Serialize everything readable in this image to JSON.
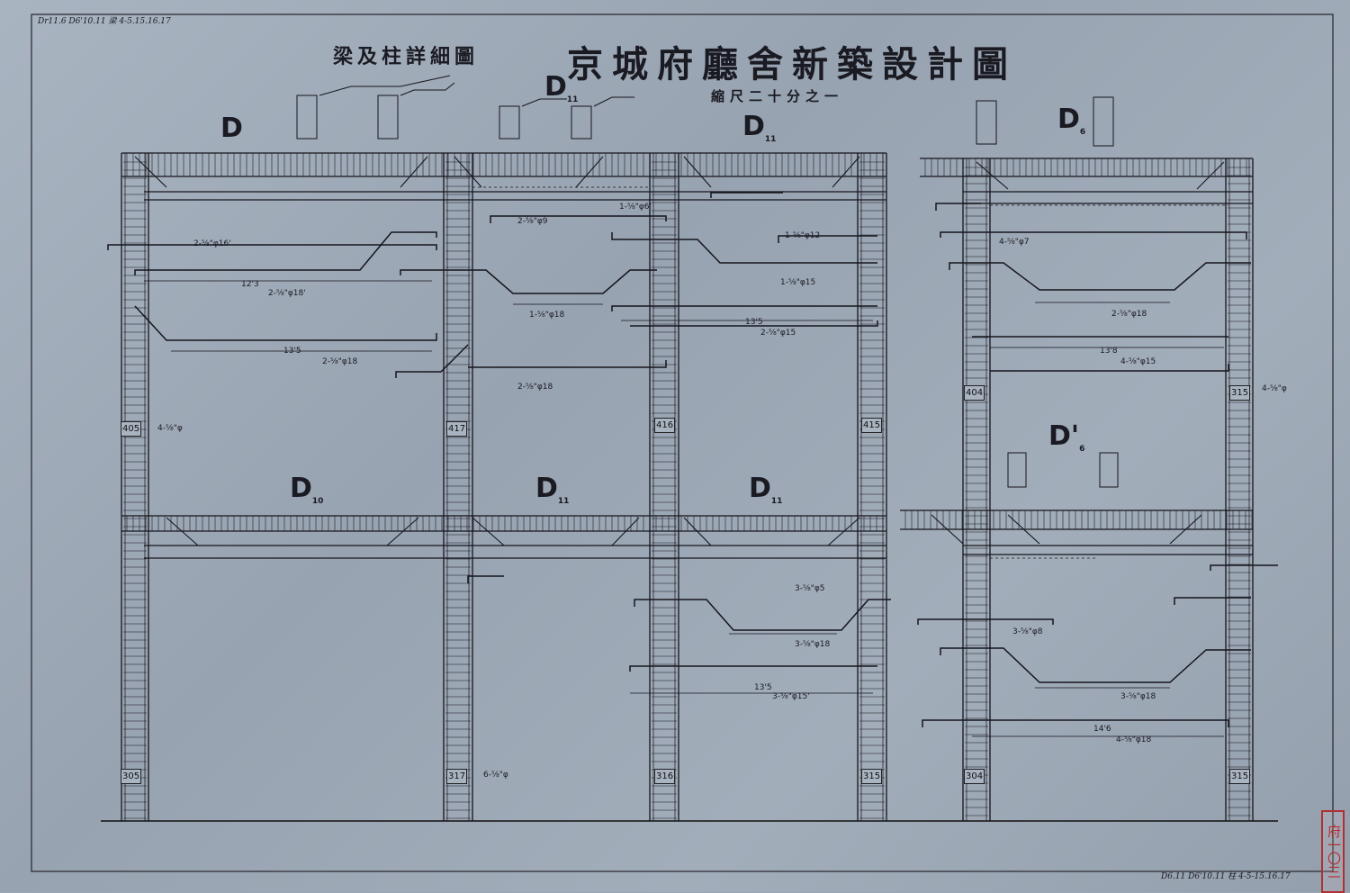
{
  "title": {
    "main": "京城府廳舍新築設計圖",
    "sub": "梁及柱詳細圖",
    "scale": "縮尺二十分之一"
  },
  "corner_notes": {
    "top_left": "Dr11.6 D6'10.11 梁 4-5.15.16.17",
    "bottom_right": "D6.11 D6'10.11 柱 4-5-15.16.17"
  },
  "stamp": "府一〇三",
  "section_tags": [
    {
      "text": "D",
      "sub": ""
    },
    {
      "text": "D",
      "sub": "11"
    },
    {
      "text": "D",
      "sub": "11"
    },
    {
      "text": "D",
      "sub": "6"
    },
    {
      "text": "D",
      "sub": "10"
    },
    {
      "text": "D",
      "sub": "11"
    },
    {
      "text": "D",
      "sub": "11"
    },
    {
      "text": "D'",
      "sub": "6"
    }
  ],
  "column_numbers": [
    "405",
    "417",
    "416",
    "415",
    "305",
    "317",
    "316",
    "315",
    "404",
    "315",
    "304",
    "315"
  ],
  "rebar_notes": [
    "2-⅝\"φ16'",
    "12'3",
    "2-⅝\"φ18'",
    "13'5",
    "2-⅝\"φ18",
    "2-⅝\"φ9",
    "1-⅝\"φ18",
    "2-⅝\"φ18",
    "1-⅝\"φ6'",
    "1-⅝\"φ12",
    "1-⅝\"φ15",
    "13'5",
    "2-⅝\"φ15",
    "4-⅝\"φ7",
    "2-⅝\"φ18",
    "13'8",
    "4-⅝\"φ15",
    "3-⅝\"φ5",
    "3-⅝\"φ18",
    "13'5",
    "3-⅝\"φ15'",
    "3-⅝\"φ8",
    "3-⅝\"φ18",
    "14'6",
    "4-⅝\"φ18",
    "4-⅝\"φ",
    "6-⅝\"φ",
    "4-⅝\"φ"
  ]
}
